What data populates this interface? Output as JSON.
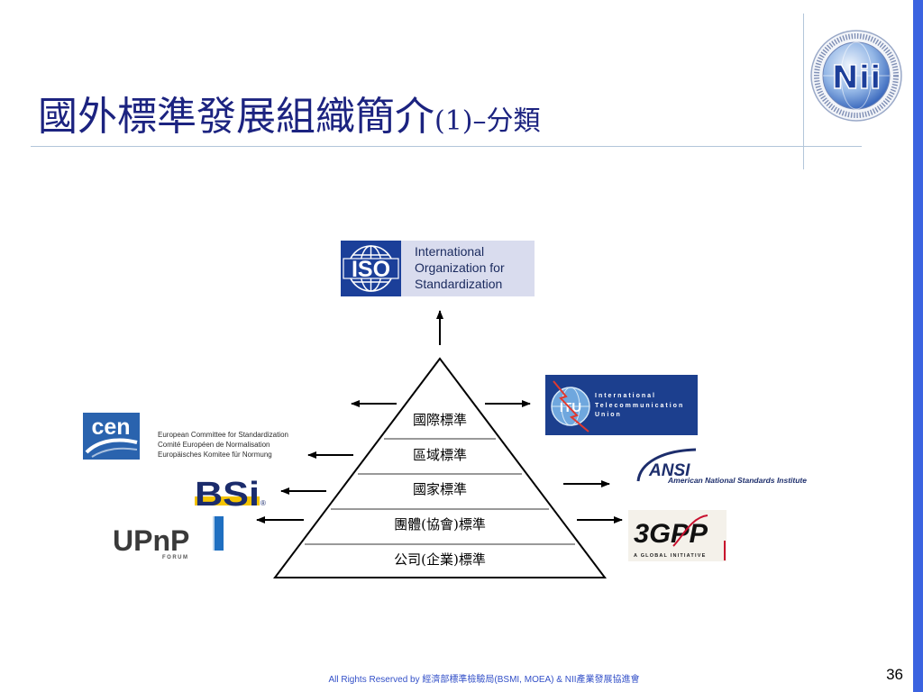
{
  "slide": {
    "title": "國外標準發展組織簡介",
    "title_suffix": "(1)–分類",
    "footer": "All Rights Reserved by 經濟部標準檢驗局(BSMI, MOEA) & NII產業發展協進會",
    "page_number": "36"
  },
  "pyramid": {
    "levels": [
      "國際標準",
      "區域標準",
      "國家標準",
      "團體(協會)標準",
      "公司(企業)標準"
    ]
  },
  "logos": {
    "nii": {
      "mark": "Nii"
    },
    "iso": {
      "mark": "ISO",
      "name": [
        "International",
        "Organization for",
        "Standardization"
      ]
    },
    "cen": {
      "mark": "cen",
      "name": [
        "European Committee for Standardization",
        "Comité Européen de Normalisation",
        "Europäisches Komitee für Normung"
      ]
    },
    "bsi": {
      "mark": "BSi",
      "registered": "®"
    },
    "upnp": {
      "mark": "UPnP",
      "sub": "FORUM"
    },
    "itu": {
      "mark": "ITU",
      "name": [
        "International",
        "Telecommunication",
        "Union"
      ]
    },
    "ansi": {
      "mark": "ANSI",
      "name": "American National Standards Institute"
    },
    "3gpp": {
      "mark": "3GPP",
      "tagline": "A GLOBAL INITIATIVE"
    }
  },
  "colors": {
    "title": "#1c2380",
    "accent_bar": "#3b63e0",
    "rule": "#b3c6da",
    "footer_text": "#3350c8",
    "iso_blue": "#1b3f99",
    "iso_panel": "#d9dcee",
    "cen_blue": "#2a63ae",
    "bsi_navy": "#1b2c6c",
    "bsi_yellow": "#f5c400",
    "upnp_blue": "#1f6fc1",
    "itu_blue": "#1c3f8e",
    "ansi_navy": "#1d2e6c",
    "gpp_red": "#c8102e"
  }
}
